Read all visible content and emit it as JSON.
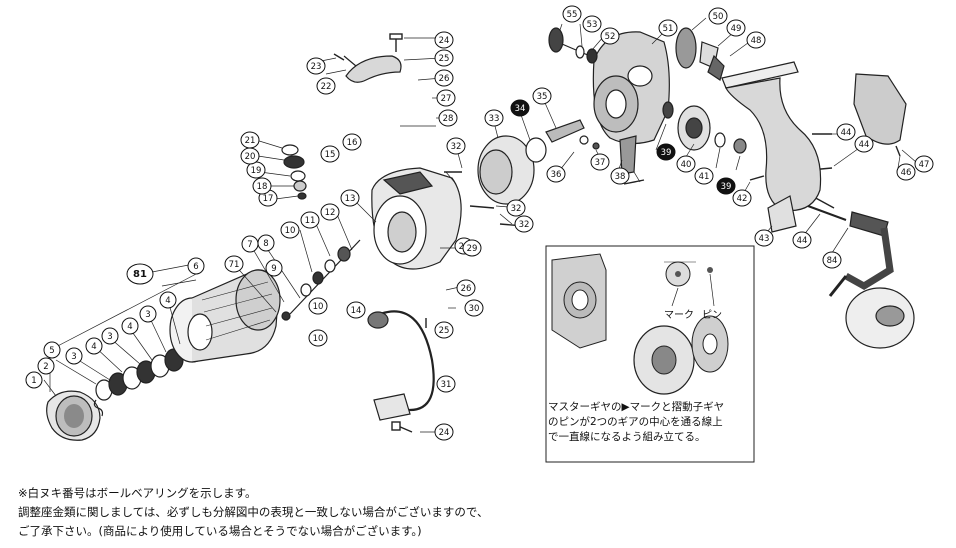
{
  "diagram": {
    "part_labels": [
      {
        "id": "1",
        "bearing": false
      },
      {
        "id": "2",
        "bearing": false
      },
      {
        "id": "3",
        "bearing": false
      },
      {
        "id": "4",
        "bearing": false
      },
      {
        "id": "3b",
        "text": "3",
        "bearing": false
      },
      {
        "id": "4b",
        "text": "4",
        "bearing": false
      },
      {
        "id": "3c",
        "text": "3",
        "bearing": false
      },
      {
        "id": "4c",
        "text": "4",
        "bearing": false
      },
      {
        "id": "5",
        "bearing": false
      },
      {
        "id": "6",
        "bearing": false
      },
      {
        "id": "7",
        "bearing": false
      },
      {
        "id": "8",
        "bearing": false
      },
      {
        "id": "71",
        "bearing": false
      },
      {
        "id": "9",
        "bearing": false
      },
      {
        "id": "10",
        "bearing": false
      },
      {
        "id": "10b",
        "text": "10",
        "bearing": false
      },
      {
        "id": "10c",
        "text": "10",
        "bearing": false
      },
      {
        "id": "11",
        "bearing": false
      },
      {
        "id": "12",
        "bearing": false
      },
      {
        "id": "13",
        "bearing": false
      },
      {
        "id": "14",
        "bearing": false
      },
      {
        "id": "15",
        "bearing": false
      },
      {
        "id": "16",
        "bearing": false
      },
      {
        "id": "17",
        "bearing": false
      },
      {
        "id": "18",
        "bearing": false
      },
      {
        "id": "19",
        "bearing": false
      },
      {
        "id": "20",
        "bearing": false
      },
      {
        "id": "21",
        "bearing": false
      },
      {
        "id": "22",
        "bearing": false
      },
      {
        "id": "23",
        "bearing": false
      },
      {
        "id": "24",
        "bearing": false
      },
      {
        "id": "24b",
        "text": "24",
        "bearing": false
      },
      {
        "id": "25",
        "bearing": false
      },
      {
        "id": "25b",
        "text": "25",
        "bearing": false
      },
      {
        "id": "26",
        "bearing": false
      },
      {
        "id": "26b",
        "text": "26",
        "bearing": false
      },
      {
        "id": "26c",
        "text": "26",
        "bearing": false
      },
      {
        "id": "27",
        "bearing": false
      },
      {
        "id": "28",
        "bearing": false
      },
      {
        "id": "29",
        "bearing": false
      },
      {
        "id": "30",
        "bearing": false
      },
      {
        "id": "31",
        "bearing": false
      },
      {
        "id": "32",
        "bearing": false
      },
      {
        "id": "32b",
        "text": "32",
        "bearing": false
      },
      {
        "id": "32c",
        "text": "32",
        "bearing": false
      },
      {
        "id": "33",
        "bearing": false
      },
      {
        "id": "34",
        "bearing": true
      },
      {
        "id": "35",
        "bearing": false
      },
      {
        "id": "36",
        "bearing": false
      },
      {
        "id": "37",
        "bearing": false
      },
      {
        "id": "38",
        "bearing": false
      },
      {
        "id": "39",
        "bearing": true
      },
      {
        "id": "39b",
        "text": "39",
        "bearing": true
      },
      {
        "id": "40",
        "bearing": false
      },
      {
        "id": "41",
        "bearing": false
      },
      {
        "id": "42",
        "bearing": false
      },
      {
        "id": "43",
        "bearing": false
      },
      {
        "id": "44",
        "bearing": false
      },
      {
        "id": "44b",
        "text": "44",
        "bearing": false
      },
      {
        "id": "44c",
        "text": "44",
        "bearing": false
      },
      {
        "id": "46",
        "bearing": false
      },
      {
        "id": "47",
        "bearing": false
      },
      {
        "id": "48",
        "bearing": false
      },
      {
        "id": "49",
        "bearing": false
      },
      {
        "id": "50",
        "bearing": false
      },
      {
        "id": "51",
        "bearing": false
      },
      {
        "id": "52",
        "bearing": false
      },
      {
        "id": "53",
        "bearing": false
      },
      {
        "id": "55",
        "bearing": false
      },
      {
        "id": "81",
        "bearing": false
      },
      {
        "id": "84",
        "bearing": false
      }
    ],
    "inset": {
      "mark_label": "マーク",
      "pin_label": "ピン",
      "caption_lines": [
        "マスターギヤの▶マークと摺動子ギヤ",
        "のピンが2つのギアの中心を通る線上",
        "で一直線になるよう組み立てる。"
      ]
    }
  },
  "footnotes": {
    "line1": "※白ヌキ番号はボールベアリングを示します。",
    "line2": "調整座金類に関しましては、必ずしも分解図中の表現と一致しない場合がございますので、",
    "line3": "ご了承下さい。(商品により使用している場合とそうでない場合がございます。)"
  }
}
